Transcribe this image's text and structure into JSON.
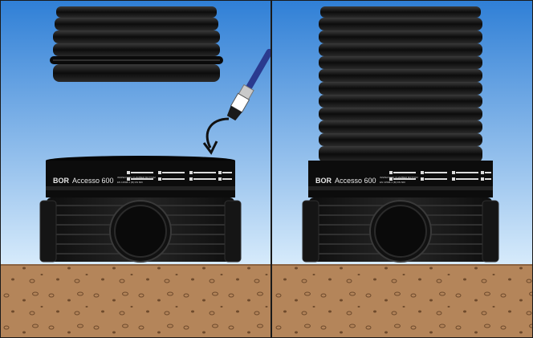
{
  "illustration": {
    "panels": [
      {
        "id": "left",
        "step": "apply-lubricant",
        "shows_brush": true,
        "shows_arrow": true
      },
      {
        "id": "right",
        "step": "pipe-inserted",
        "shows_brush": false,
        "shows_arrow": false
      }
    ],
    "base": {
      "brand_text": "BOR",
      "model_label": "Accesso 600",
      "spec_text": [
        "INSPECTION CHAMBER BOTTOM",
        "EN 13598-1 (B) DN 600"
      ]
    },
    "colors": {
      "sky_top": "#2f7fd6",
      "sky_bottom": "#d7ebfb",
      "soil": "#b4855a",
      "soil_dark": "#8a6240",
      "plastic": "#141414",
      "brush_handle": "#2a3a8f",
      "label_text": "#e8e8e8"
    },
    "icons": [
      "paint-brush-icon",
      "curved-arrow-icon"
    ]
  }
}
